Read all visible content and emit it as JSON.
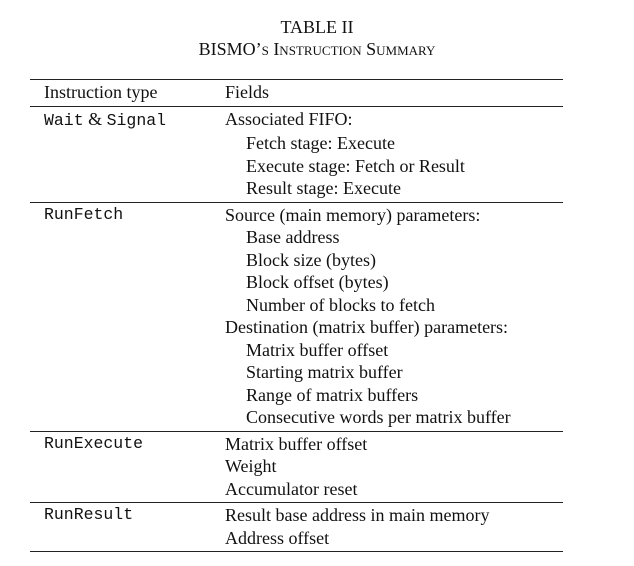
{
  "caption": {
    "label": "TABLE II",
    "title": "BISMO’s Instruction Summary"
  },
  "header": {
    "col1": "Instruction type",
    "col2": "Fields"
  },
  "rows": [
    {
      "type_parts": [
        "Wait",
        " & ",
        "Signal"
      ],
      "fields": [
        {
          "text": "Associated FIFO:",
          "indent": false
        },
        {
          "text": "Fetch stage: Execute",
          "indent": true
        },
        {
          "text": "Execute stage: Fetch or Result",
          "indent": true
        },
        {
          "text": "Result stage: Execute",
          "indent": true
        }
      ]
    },
    {
      "type": "RunFetch",
      "fields": [
        {
          "text": "Source (main memory) parameters:",
          "indent": false
        },
        {
          "text": "Base address",
          "indent": true
        },
        {
          "text": "Block size (bytes)",
          "indent": true
        },
        {
          "text": "Block offset (bytes)",
          "indent": true
        },
        {
          "text": "Number of blocks to fetch",
          "indent": true
        },
        {
          "text": "Destination (matrix buffer) parameters:",
          "indent": false
        },
        {
          "text": "Matrix buffer offset",
          "indent": true
        },
        {
          "text": "Starting matrix buffer",
          "indent": true
        },
        {
          "text": "Range of matrix buffers",
          "indent": true
        },
        {
          "text": "Consecutive words per matrix buffer",
          "indent": true
        }
      ]
    },
    {
      "type": "RunExecute",
      "fields": [
        {
          "text": "Matrix buffer offset",
          "indent": false
        },
        {
          "text": "Weight",
          "indent": false
        },
        {
          "text": "Accumulator reset",
          "indent": false
        }
      ]
    },
    {
      "type": "RunResult",
      "fields": [
        {
          "text": "Result base address in main memory",
          "indent": false
        },
        {
          "text": "Address offset",
          "indent": false
        }
      ]
    }
  ]
}
